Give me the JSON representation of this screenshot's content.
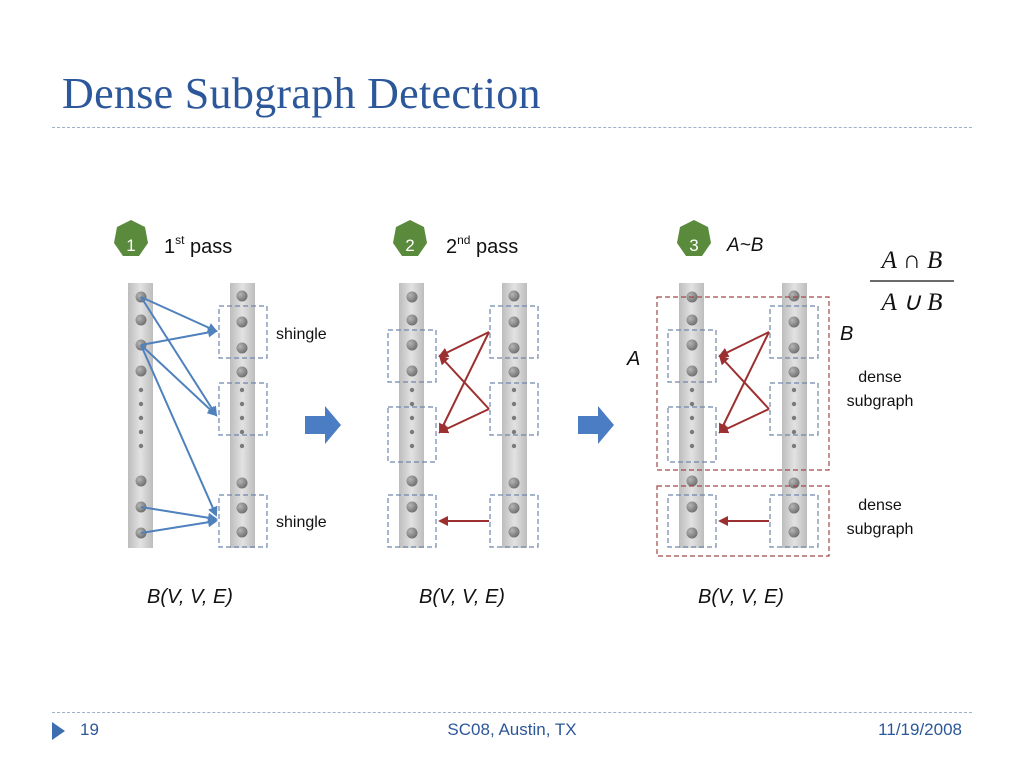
{
  "slide": {
    "title": "Dense Subgraph Detection",
    "footer_page": "19",
    "footer_center": "SC08, Austin, TX",
    "footer_date": "11/19/2008"
  },
  "steps": [
    {
      "number": "1",
      "label_main": "1",
      "label_sup": "st",
      "label_rest": "pass",
      "graph_label": "B(V, V, E)"
    },
    {
      "number": "2",
      "label_main": "2",
      "label_sup": "nd",
      "label_rest": "pass",
      "graph_label": "B(V, V, E)"
    },
    {
      "number": "3",
      "label_main": "A~B",
      "graph_label": "B(V, V, E)"
    }
  ],
  "annotations": {
    "shingle_top": "shingle",
    "shingle_bottom": "shingle",
    "set_a": "A",
    "set_b": "B",
    "dense_1_line1": "dense",
    "dense_1_line2": "subgraph",
    "dense_2_line1": "dense",
    "dense_2_line2": "subgraph"
  },
  "formula": {
    "numerator": "A ∩ B",
    "denominator": "A ∪ B"
  },
  "colors": {
    "title": "#2c579a",
    "badge": "#5a8a3c",
    "blue_edge": "#4f81bd",
    "red_edge": "#9c3030",
    "column": "#cfcfcf",
    "node": "#8a8a8a",
    "shingle_box": "#6d86ad",
    "dense_box": "#a04848",
    "flow_arrow": "#4a7dc4"
  }
}
